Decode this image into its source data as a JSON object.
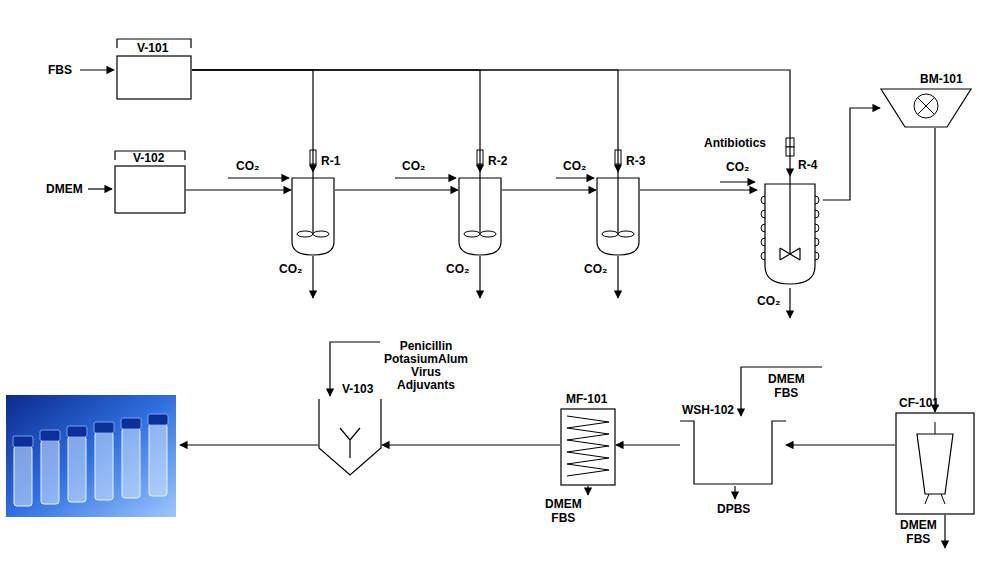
{
  "diagram": {
    "nodes": [
      {
        "text": [
          "V-101"
        ]
      },
      {
        "text": [
          "V-102"
        ]
      },
      {
        "text": [
          "R-1"
        ]
      },
      {
        "text": [
          "R-2"
        ]
      },
      {
        "text": [
          "R-3"
        ]
      },
      {
        "text": [
          "R-4"
        ]
      },
      {
        "text": [
          "BM-101"
        ]
      },
      {
        "text": [
          "CF-101"
        ]
      },
      {
        "text": [
          "WSH-102"
        ]
      },
      {
        "text": [
          "MF-101"
        ]
      },
      {
        "text": [
          "V-103"
        ]
      }
    ],
    "edges": [
      {
        "from": 0,
        "to": 2,
        "arrow": "to"
      },
      {
        "from": 0,
        "to": 3,
        "arrow": "to"
      },
      {
        "from": 0,
        "to": 4,
        "arrow": "to"
      },
      {
        "from": 0,
        "to": 5,
        "arrow": "to"
      },
      {
        "from": 1,
        "to": 2,
        "arrow": "to"
      },
      {
        "from": 2,
        "to": 3,
        "arrow": "to"
      },
      {
        "from": 3,
        "to": 4,
        "arrow": "to"
      },
      {
        "from": 4,
        "to": 5,
        "arrow": "to"
      },
      {
        "from": 5,
        "to": 6,
        "arrow": "to"
      },
      {
        "from": 6,
        "to": 7,
        "arrow": "to"
      },
      {
        "from": 7,
        "to": 8,
        "arrow": "to"
      },
      {
        "from": 8,
        "to": 9,
        "arrow": "to"
      },
      {
        "from": 9,
        "to": 10,
        "arrow": "to"
      }
    ],
    "labels": [
      "FBS",
      "DMEM",
      "CO₂",
      "CO₂",
      "CO₂",
      "CO₂",
      "CO₂",
      "CO₂",
      "Antibiotics",
      "CO₂",
      "CO₂",
      "DMEM FBS",
      "DMEM FBS",
      "DPBS",
      "DMEM FBS",
      "Penicillin PotasiumAlum Virus Adjuvants"
    ]
  }
}
